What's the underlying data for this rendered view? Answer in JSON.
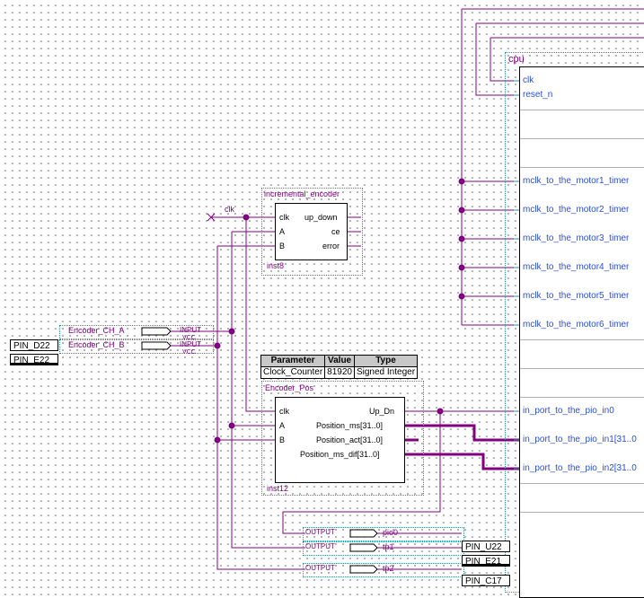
{
  "cpu": {
    "title": "cpu",
    "ports": [
      {
        "id": "clk",
        "label": "clk"
      },
      {
        "id": "reset-n",
        "label": "reset_n"
      },
      {
        "id": "mclk1",
        "label": "mclk_to_the_motor1_timer"
      },
      {
        "id": "mclk2",
        "label": "mclk_to_the_motor2_timer"
      },
      {
        "id": "mclk3",
        "label": "mclk_to_the_motor3_timer"
      },
      {
        "id": "mclk4",
        "label": "mclk_to_the_motor4_timer"
      },
      {
        "id": "mclk5",
        "label": "mclk_to_the_motor5_timer"
      },
      {
        "id": "mclk6",
        "label": "mclk_to_the_motor6_timer"
      },
      {
        "id": "pio0",
        "label": "in_port_to_the_pio_in0"
      },
      {
        "id": "pio1",
        "label": "in_port_to_the_pio_in1[31..0"
      },
      {
        "id": "pio2",
        "label": "in_port_to_the_pio_in2[31..0"
      }
    ]
  },
  "inc_encoder": {
    "name": "incremental_encoder",
    "inst": "inst8",
    "in_ports": [
      "clk",
      "A",
      "B"
    ],
    "out_ports": [
      "up_down",
      "ce",
      "error"
    ],
    "clk_net": "clk"
  },
  "enc_pos": {
    "name": "Encoder_Pos",
    "inst": "inst12",
    "in_ports": [
      "clk",
      "A",
      "B"
    ],
    "out_ports": [
      "Up_Dn",
      "Position_ms[31..0]",
      "Position_act[31..0]",
      "Position_ms_dif[31..0]"
    ]
  },
  "params": {
    "headers": [
      "Parameter",
      "Value",
      "Type"
    ],
    "row": [
      "Clock_Counter",
      "81920",
      "Signed Integer"
    ]
  },
  "inputs": [
    {
      "name": "Encoder_CH_A",
      "type": "INPUT",
      "vcc": "VCC",
      "pin": "PIN_D22"
    },
    {
      "name": "Encoder_CH_B",
      "type": "INPUT",
      "vcc": "VCC",
      "pin": "PIN_E22"
    }
  ],
  "outputs": [
    {
      "name": "pio0",
      "type": "OUTPUT",
      "pin": "PIN_U22"
    },
    {
      "name": "tp1",
      "type": "OUTPUT",
      "pin": "PIN_E21"
    },
    {
      "name": "tp2",
      "type": "OUTPUT",
      "pin": "PIN_C17"
    }
  ],
  "colors": {
    "wire": "#800080",
    "port_text": "#2a4fd0",
    "group_border": "#2a9aa8",
    "grid_dot": "#6e6e6e"
  }
}
